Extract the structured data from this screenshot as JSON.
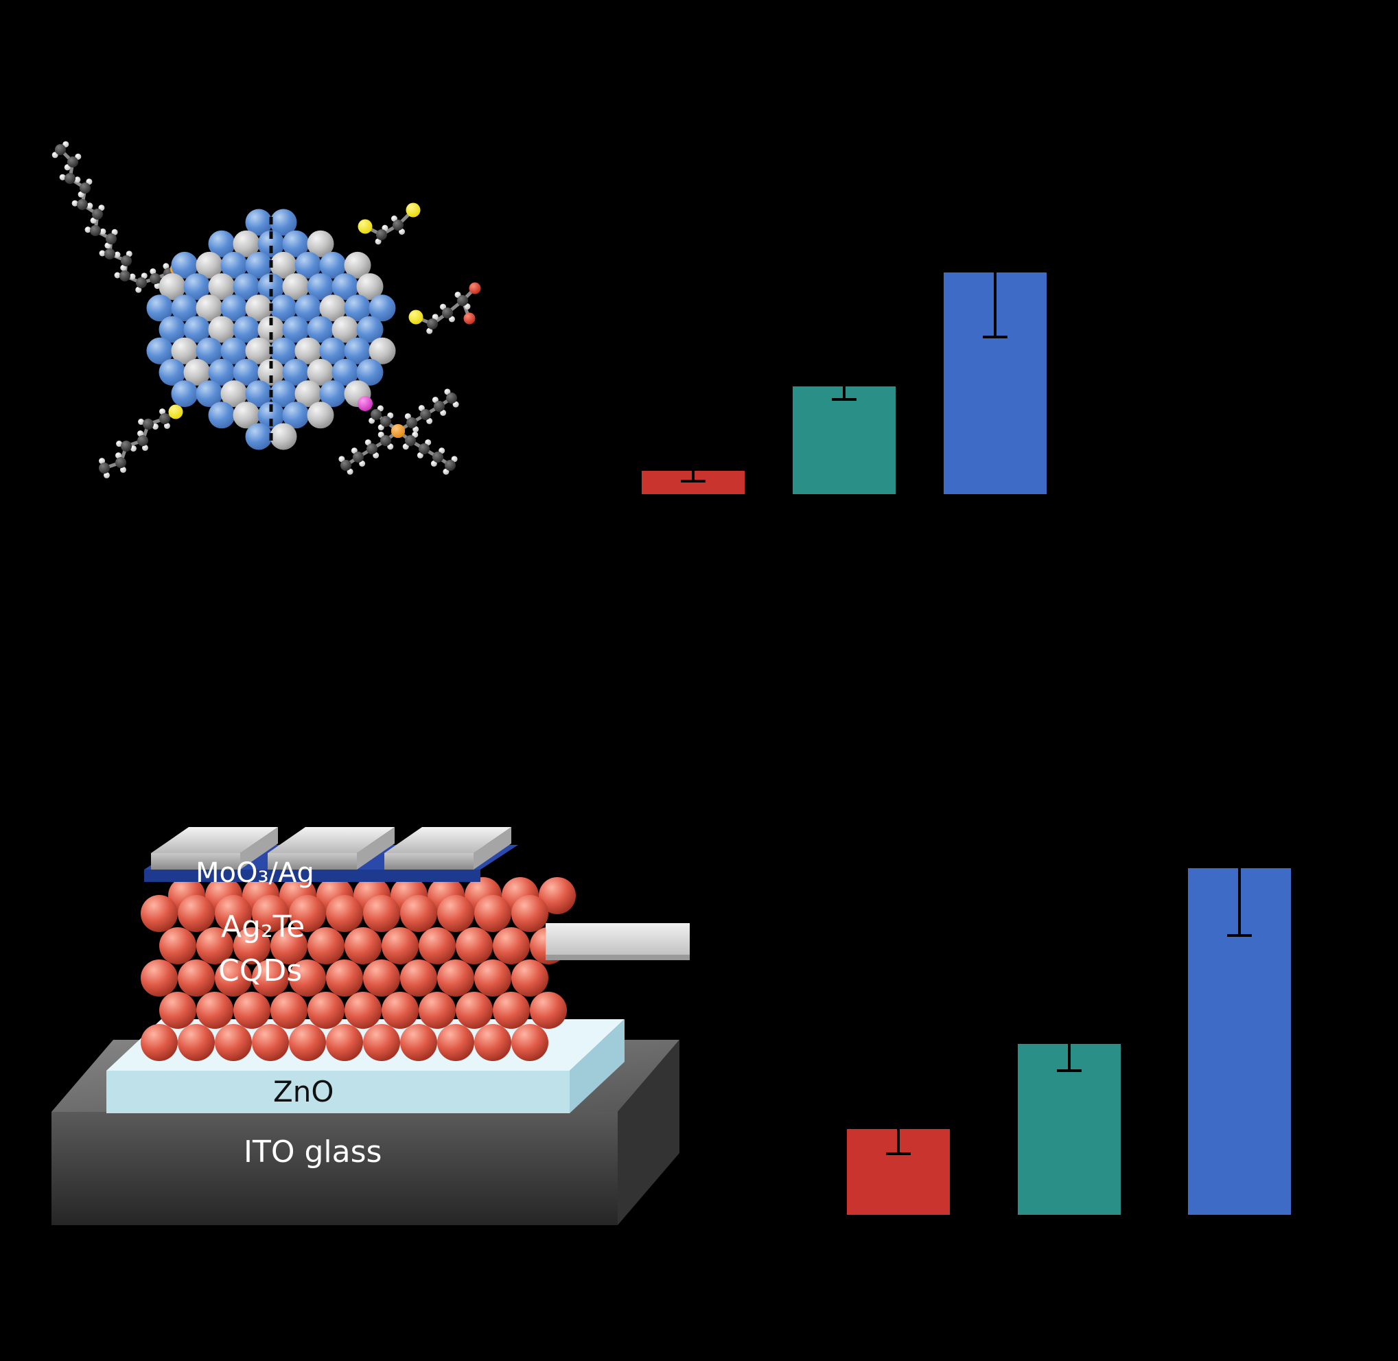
{
  "figure": {
    "background_color": "#000000",
    "device_schematic": {
      "labels": {
        "top_electrode": "MoO₃/Ag",
        "absorber_line1": "Ag₂Te",
        "absorber_line2": "CQDs",
        "electron_transport_layer": "ZnO",
        "substrate": "ITO glass"
      },
      "colors": {
        "cqd_sphere": "#e05a47",
        "zno_slab": "#cdeef5",
        "ito_slab": "#4a4a4a",
        "moo3_layer": "#1d3a8f",
        "silver_electrode": "#c9c9c9",
        "contact_bar": "#d9d9d9"
      }
    },
    "qd_model": {
      "colors": {
        "cation_atom_blue": "#5b8ed6",
        "anion_atom_gray": "#c8c8c8",
        "carbon": "#3a3a3a",
        "hydrogen": "#f5f5f5",
        "sulfur": "#f0e000",
        "oxygen": "#c92f1e",
        "phosphorus": "#ee8f1c",
        "halide_ion": "#d633c4"
      }
    }
  },
  "chart_data": [
    {
      "type": "bar",
      "title": "",
      "categories": [
        "",
        "",
        ""
      ],
      "values": [
        0.8,
        3.7,
        7.6
      ],
      "errors": [
        0.35,
        0.45,
        2.2
      ],
      "bar_colors": [
        "#c9352e",
        "#2a8f86",
        "#3d6bc6"
      ],
      "ylim": [
        0,
        10
      ],
      "xlabel": "",
      "ylabel": "",
      "legend": "none",
      "grid": false,
      "axis_note": "axis and tick text rendered black-on-black; not legible"
    },
    {
      "type": "bar",
      "title": "",
      "categories": [
        "",
        "",
        ""
      ],
      "values": [
        0.95,
        1.9,
        3.85
      ],
      "errors": [
        0.27,
        0.3,
        0.75
      ],
      "bar_colors": [
        "#c9352e",
        "#2a8f86",
        "#3d6bc6"
      ],
      "ylim": [
        0,
        4
      ],
      "xlabel": "",
      "ylabel": "",
      "legend": "none",
      "grid": false,
      "axis_note": "axis and tick text rendered black-on-black; not legible"
    }
  ]
}
